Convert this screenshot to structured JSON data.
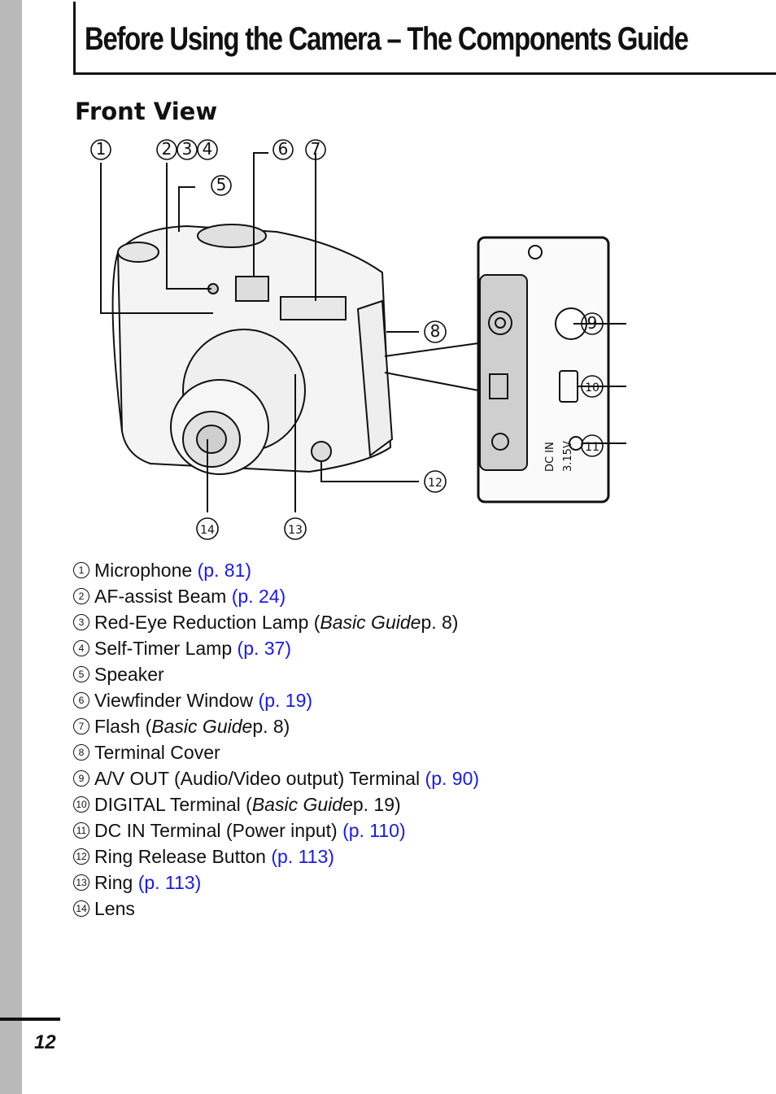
{
  "header": {
    "title": "Before Using the Camera – The Components Guide"
  },
  "section": {
    "heading": "Front View"
  },
  "callouts": [
    "1",
    "2",
    "3",
    "4",
    "5",
    "6",
    "7",
    "8",
    "9",
    "10",
    "11",
    "12",
    "13",
    "14"
  ],
  "figure": {
    "port_label_1": "DC IN",
    "port_label_2": "3.15V"
  },
  "legend": [
    {
      "num": "1",
      "name": "Microphone",
      "ref": "(p. 81)"
    },
    {
      "num": "2",
      "name": "AF-assist Beam",
      "ref": "(p. 24)"
    },
    {
      "num": "3",
      "name": "Red-Eye Reduction Lamp (",
      "guide": "Basic Guide",
      "tail": " p. 8)"
    },
    {
      "num": "4",
      "name": "Self-Timer Lamp",
      "ref": "(p. 37)"
    },
    {
      "num": "5",
      "name": "Speaker"
    },
    {
      "num": "6",
      "name": "Viewfinder Window",
      "ref": "(p. 19)"
    },
    {
      "num": "7",
      "name": "Flash (",
      "guide": "Basic Guide",
      "tail": " p. 8)"
    },
    {
      "num": "8",
      "name": "Terminal Cover"
    },
    {
      "num": "9",
      "name": "A/V OUT (Audio/Video output) Terminal",
      "ref": "(p. 90)"
    },
    {
      "num": "10",
      "name": "DIGITAL Terminal (",
      "guide": "Basic Guide",
      "tail": " p. 19)"
    },
    {
      "num": "11",
      "name": "DC IN Terminal (Power input)",
      "ref": "(p. 110)"
    },
    {
      "num": "12",
      "name": "Ring Release Button",
      "ref": "(p. 113)"
    },
    {
      "num": "13",
      "name": "Ring",
      "ref": "(p. 113)"
    },
    {
      "num": "14",
      "name": "Lens"
    }
  ],
  "footer": {
    "page_number": "12"
  },
  "colors": {
    "link": "#1a1ae6",
    "side_strip": "#b9b9b9"
  }
}
